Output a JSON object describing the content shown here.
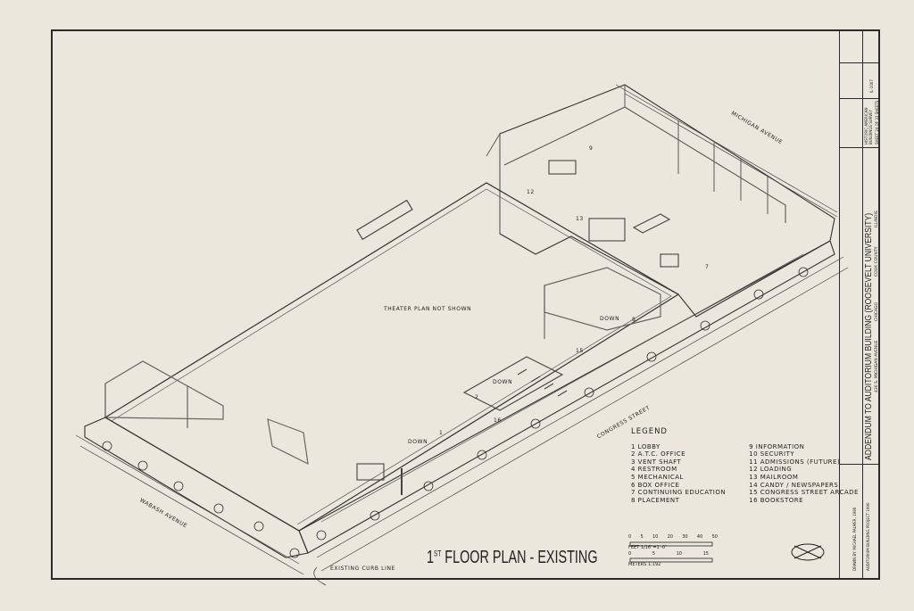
{
  "drawing": {
    "title_prefix": "1",
    "title_superscript": "ST",
    "title_main": " FLOOR PLAN - EXISTING",
    "theater_note": "THEATER PLAN NOT SHOWN",
    "streets": {
      "michigan": "MICHIGAN AVENUE",
      "congress": "CONGRESS STREET",
      "wabash": "WABASH AVENUE"
    },
    "curb_note": "EXISTING CURB LINE",
    "down_labels": [
      "DOWN",
      "DOWN",
      "DOWN"
    ],
    "room_numbers": [
      "12",
      "13",
      "9",
      "7",
      "8",
      "15",
      "2",
      "16",
      "1"
    ]
  },
  "legend": {
    "heading": "LEGEND",
    "items_left": [
      "1  LOBBY",
      "2  A.T.C. OFFICE",
      "3  VENT SHAFT",
      "4  RESTROOM",
      "5  MECHANICAL",
      "6  BOX OFFICE",
      "7  CONTINUING EDUCATION",
      "8  PLACEMENT"
    ],
    "items_right": [
      "9  INFORMATION",
      "10  SECURITY",
      "11  ADMISSIONS (FUTURE)",
      "12  LOADING",
      "13  MAILROOM",
      "14  CANDY / NEWSPAPERS",
      "15  CONGRESS STREET ARCADE",
      "16  BOOKSTORE"
    ]
  },
  "scale": {
    "feet_ticks": [
      "0",
      "5",
      "10",
      "20",
      "30",
      "40",
      "50"
    ],
    "feet_label": "FEET  1/16\"=1'-0\"",
    "meter_ticks": [
      "0",
      "5",
      "10",
      "15"
    ],
    "meter_label": "METERS  1:192"
  },
  "title_block": {
    "building": "ADDENDUM TO AUDITORIUM BUILDING (ROOSEVELT UNIVERSITY)",
    "address": "430 S. MICHIGAN AVENUE",
    "city": "CHICAGO",
    "county": "COOK COUNTY",
    "state": "ILLINOIS",
    "survey": "HISTORIC AMERICAN BUILDINGS SURVEY",
    "sheet": "SHEET 24 OF 33 SHEETS",
    "survey_no": "IL-1007",
    "delineator": "DRAWN BY: MICHAEL PALMER, 1990",
    "project": "AUDITORIUM BUILDING PROJECT 1990"
  }
}
